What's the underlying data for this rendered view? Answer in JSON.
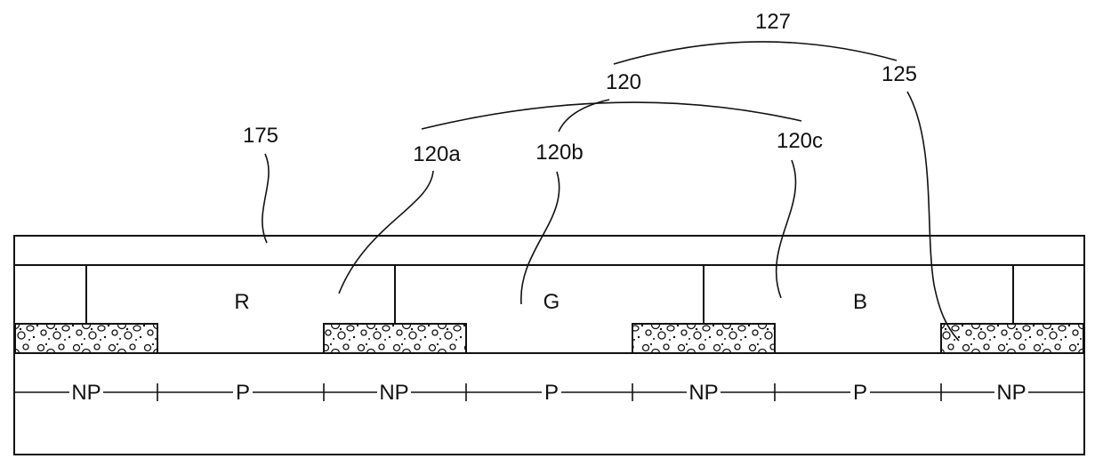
{
  "references": {
    "ref_127": "127",
    "ref_120": "120",
    "ref_125": "125",
    "ref_175": "175",
    "ref_120a": "120a",
    "ref_120b": "120b",
    "ref_120c": "120c"
  },
  "subpixels": {
    "red": "R",
    "green": "G",
    "blue": "B"
  },
  "zones": [
    "NP",
    "P",
    "NP",
    "P",
    "NP",
    "P",
    "NP"
  ],
  "colors": {
    "line": "#111111",
    "background": "#ffffff"
  }
}
